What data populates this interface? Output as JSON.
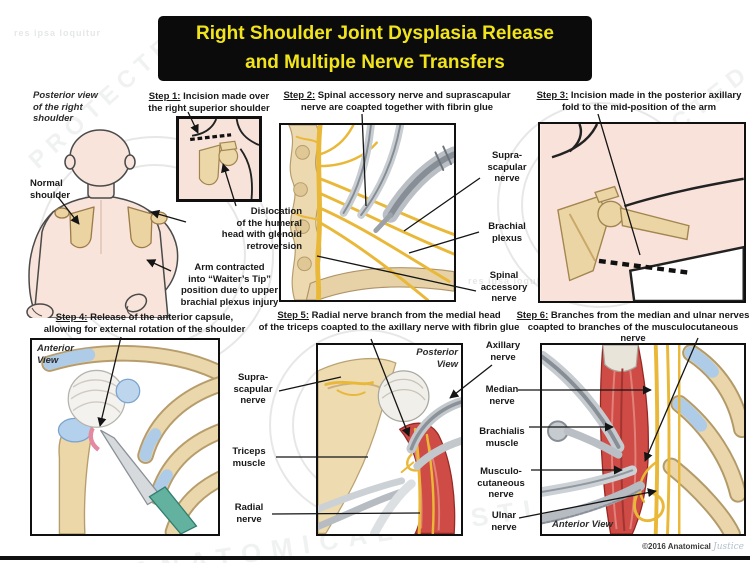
{
  "title": {
    "line1": "Right Shoulder Joint Dysplasia Release",
    "line2": "and Multiple Nerve Transfers"
  },
  "notes": {
    "posterior_view": "Posterior view\nof the right\nshoulder",
    "normal_shoulder": "Normal\nshoulder",
    "dislocation": "Dislocation\nof the humeral\nhead with glenoid\nretroversion",
    "arm_contracted": "Arm contracted\ninto “Waiter’s Tip”\nposition due to upper\nbrachial plexus injury"
  },
  "steps": [
    {
      "label": "Step 1:",
      "text": "Incision made over\nthe right superior shoulder"
    },
    {
      "label": "Step 2:",
      "text": "Spinal accessory nerve and suprascapular\nnerve are coapted together with fibrin glue"
    },
    {
      "label": "Step 3:",
      "text": "Incision made in the posterior axillary\nfold to the mid-position of the arm"
    },
    {
      "label": "Step 4:",
      "text": "Release of the anterior capsule,\nallowing for external rotation of the shoulder"
    },
    {
      "label": "Step 5:",
      "text": "Radial nerve branch from the medial head\nof the triceps coapted to the axillary nerve with fibrin glue"
    },
    {
      "label": "Step 6:",
      "text": "Branches from the median and ulnar nerves\ncoapted to branches of the musculocutaneous nerve"
    }
  ],
  "views": {
    "step4": "Anterior\nView",
    "step5": "Posterior\nView",
    "step6": "Anterior View"
  },
  "labels": {
    "step2": {
      "suprascapular": "Supra-\nscapular\nnerve",
      "brachial_plexus": "Brachial\nplexus",
      "spinal_accessory": "Spinal\naccessory\nnerve"
    },
    "step5": {
      "suprascapular": "Supra-\nscapular\nnerve",
      "triceps": "Triceps\nmuscle",
      "radial": "Radial\nnerve",
      "axillary": "Axillary\nnerve"
    },
    "step6": {
      "median": "Median\nnerve",
      "brachialis": "Brachialis\nmuscle",
      "musculocutaneous": "Musculo-\ncutaneous\nnerve",
      "ulnar": "Ulnar\nnerve"
    }
  },
  "footer": {
    "copyright": "©2016 Anatomical",
    "brand": "Justice"
  },
  "watermarks": {
    "w1": "PROTECTED",
    "w2": "COPYRIGHT",
    "w3": "ANATOMICAL JUSTICE",
    "w4": "res ipsa loquitur"
  },
  "colors": {
    "title_bg": "#0b0b0b",
    "title_text": "#f2e41c",
    "skin": "#f8e4da",
    "step3_skin": "#f9e2da",
    "bone": "#ecd7a9",
    "nerve_yellow": "#eab838",
    "muscle_red": "#cf4b45",
    "instrument_gray": "#c6cbd0",
    "cartilage_blue": "#b3d0ec",
    "scalpel_teal": "#63b2a0",
    "panel_border": "#101010"
  }
}
